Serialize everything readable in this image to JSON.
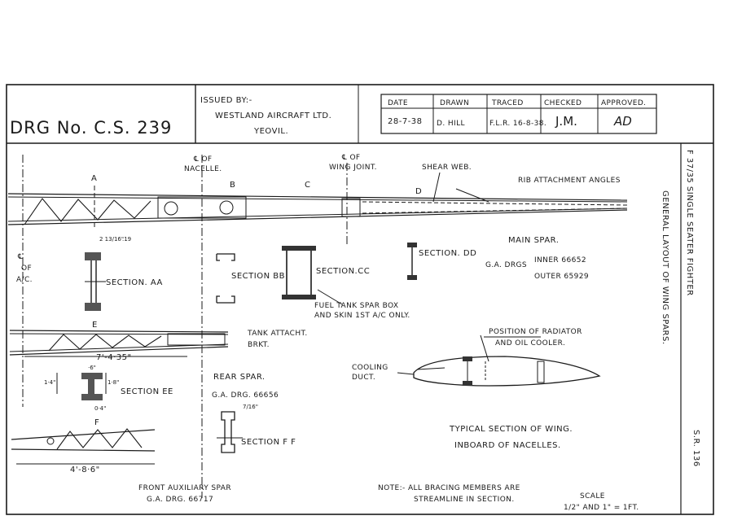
{
  "title_block": {
    "drawing_number": "DRG No. C.S. 239",
    "issued_by": "ISSUED BY:-",
    "company": "WESTLAND AIRCRAFT LTD.",
    "location": "YEOVIL.",
    "headers": {
      "date": "DATE",
      "drawn": "DRAWN",
      "traced": "TRACED",
      "checked": "CHECKED",
      "approved": "APPROVED."
    },
    "values": {
      "date": "28-7-38",
      "drawn": "D. HILL",
      "traced": "F.L.R. 16-8-38.",
      "checked": "J.M.",
      "approved": "AD"
    }
  },
  "side_labels": {
    "spec": "F 37/35  SINGLE  SEATER  FIGHTER",
    "subject": "GENERAL  LAYOUT  OF  WING  SPARS.",
    "sheet_ref": "S.R. 136"
  },
  "main_spar": {
    "centre_nacelle": "℄ OF",
    "centre_nacelle_2": "NACELLE.",
    "centre_joint": "℄ OF",
    "centre_joint_2": "WING JOINT.",
    "shear_web": "SHEAR WEB.",
    "rib_angles": "RIB ATTACHMENT ANGLES",
    "title": "MAIN SPAR.",
    "ga_drgs": "G.A. DRGS",
    "inner": "INNER 66652",
    "outer": "OUTER 65929",
    "centre_ac": "℄",
    "centre_ac_2": "OF",
    "centre_ac_3": "A/C.",
    "cut_a": "A",
    "cut_b": "B",
    "cut_c": "C",
    "cut_d": "D"
  },
  "sections": {
    "aa": "SECTION. AA",
    "aa_dim": "2 13/16\"",
    "aa_dim2": ".19",
    "bb": "SECTION BB",
    "cc": "SECTION.CC",
    "dd": "SECTION. DD",
    "fuel_note_1": "FUEL TANK SPAR BOX",
    "fuel_note_2": "AND SKIN  1ST A/C ONLY."
  },
  "rear_spar": {
    "tank_attach_1": "TANK ATTACHT.",
    "tank_attach_2": "BRKT.",
    "length": "7'-4·35\"",
    "title": "REAR SPAR.",
    "ga": "G.A. DRG. 66656",
    "cut_e": "E",
    "section_ee": "SECTION EE",
    "dim_1": "1·4\"",
    "dim_2": "1·8\"",
    "dim_3": "0·4\"",
    "dim_4": "·6\"",
    "dim_5": "7/16\"",
    "section_ff": "SECTION F F"
  },
  "front_aux": {
    "cut_f": "F",
    "length": "4'-8·6\"",
    "title": "FRONT AUXILIARY SPAR",
    "ga": "G.A. DRG. 66717"
  },
  "wing_section": {
    "radiator_1": "POSITION OF RADIATOR",
    "radiator_2": "AND OIL COOLER.",
    "duct_1": "COOLING",
    "duct_2": "DUCT.",
    "title": "TYPICAL SECTION OF WING.",
    "subtitle": "INBOARD OF NACELLES."
  },
  "notes": {
    "note_1": "NOTE:- ALL BRACING MEMBERS ARE",
    "note_2": "STREAMLINE IN SECTION.",
    "scale_title": "SCALE",
    "scale": "1/2\" AND 1\" = 1FT."
  }
}
